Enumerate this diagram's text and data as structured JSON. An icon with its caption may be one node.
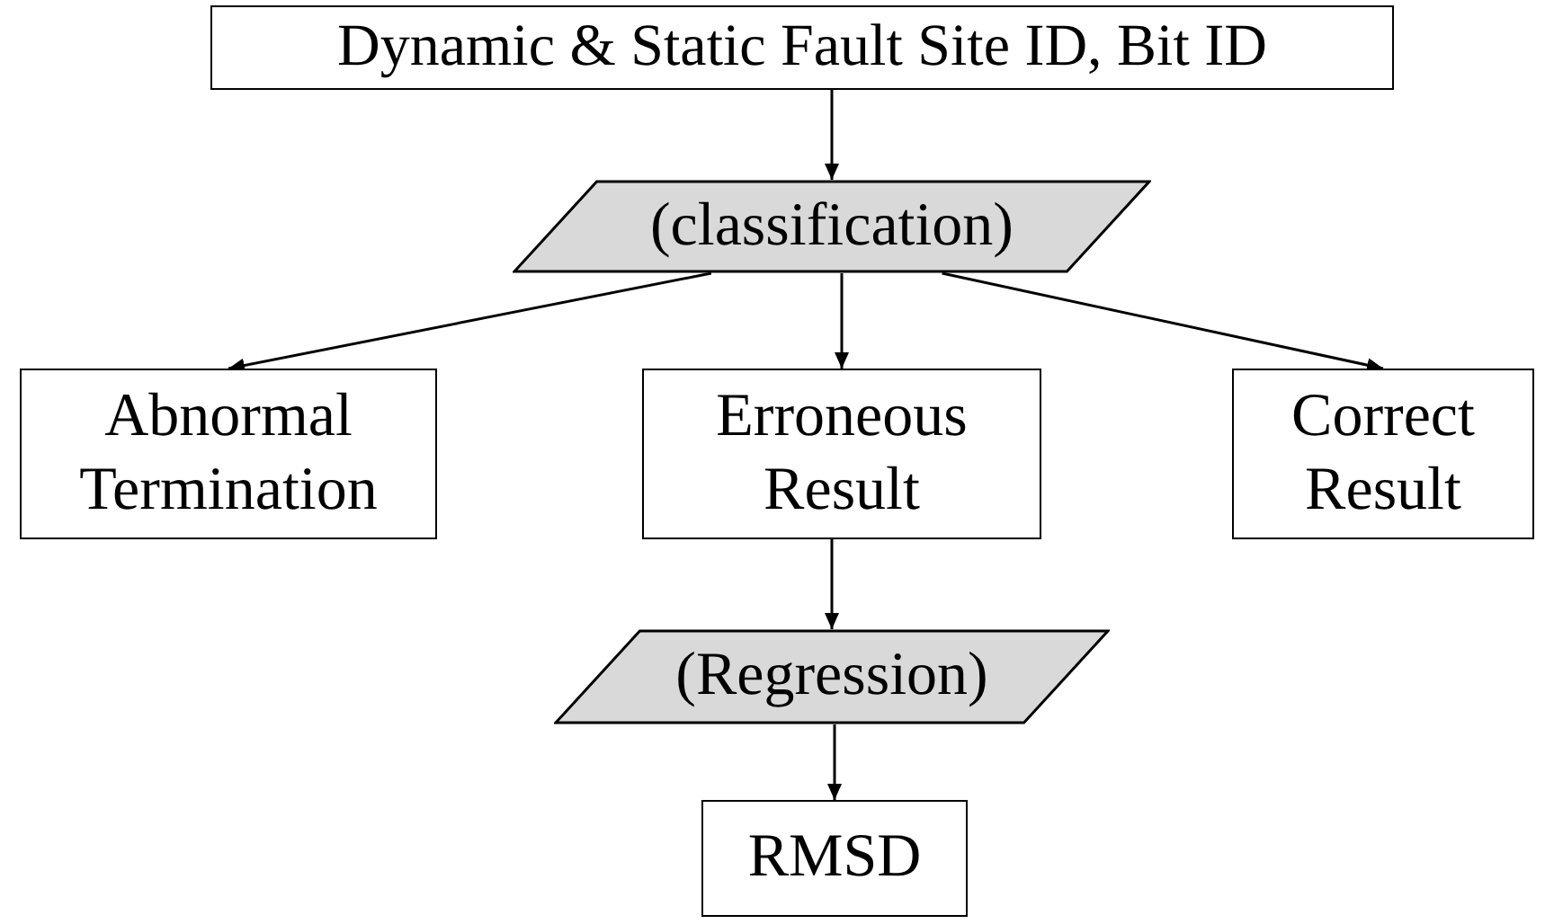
{
  "diagram": {
    "nodes": [
      {
        "text": [
          "Dynamic & Static Fault Site ID, Bit ID"
        ]
      },
      {
        "text": [
          "(classification)"
        ]
      },
      {
        "text": [
          "Abnormal Termination"
        ]
      },
      {
        "text": [
          "Erroneous Result"
        ]
      },
      {
        "text": [
          "Correct Result"
        ]
      },
      {
        "text": [
          "(Regression)"
        ]
      },
      {
        "text": [
          "RMSD"
        ]
      }
    ],
    "edges": [
      {
        "from": 0,
        "to": 1,
        "arrow": "to"
      },
      {
        "from": 1,
        "to": 2,
        "arrow": "to"
      },
      {
        "from": 1,
        "to": 3,
        "arrow": "to"
      },
      {
        "from": 1,
        "to": 4,
        "arrow": "to"
      },
      {
        "from": 3,
        "to": 5,
        "arrow": "to"
      },
      {
        "from": 5,
        "to": 6,
        "arrow": "to"
      }
    ]
  }
}
